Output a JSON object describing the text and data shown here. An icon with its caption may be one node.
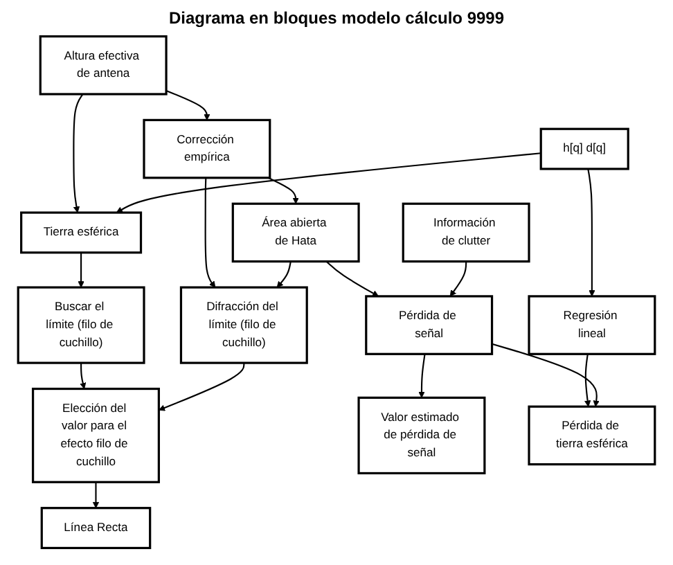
{
  "diagram": {
    "title": "Diagrama en bloques modelo cálculo 9999",
    "nodes": [
      {
        "text": [
          "Altura efectiva de antena"
        ]
      },
      {
        "text": [
          "h[q] d[q]"
        ]
      },
      {
        "text": [
          "Tierra esférica"
        ]
      },
      {
        "text": [
          "Buscar el límite (filo de cuchillo)"
        ]
      },
      {
        "text": [
          "Corrección empírica"
        ]
      },
      {
        "text": [
          "Línea Recta"
        ]
      },
      {
        "text": [
          "Elección del valor para el efecto filo de cuchillo"
        ]
      },
      {
        "text": [
          "Difracción del límite (filo de cuchillo)"
        ]
      },
      {
        "text": [
          "Área abierta de Hata"
        ]
      },
      {
        "text": [
          "Regresión lineal"
        ]
      },
      {
        "text": [
          "Pérdida de tierra esférica"
        ]
      },
      {
        "text": [
          "Pérdida de señal"
        ]
      },
      {
        "text": [
          "Información de clutter"
        ]
      },
      {
        "text": [
          "Valor estimado de pérdida de señal"
        ]
      }
    ],
    "edges": [
      {
        "from": 0,
        "to": 2,
        "arrow": "to"
      },
      {
        "from": 0,
        "to": 4,
        "arrow": "to"
      },
      {
        "from": 1,
        "to": 2,
        "arrow": "to"
      },
      {
        "from": 2,
        "to": 3,
        "arrow": "to"
      },
      {
        "from": 3,
        "to": 6,
        "arrow": "to"
      },
      {
        "from": 6,
        "to": 5,
        "arrow": "to"
      },
      {
        "from": 7,
        "to": 6,
        "arrow": "to"
      },
      {
        "from": 4,
        "to": 7,
        "arrow": "to"
      },
      {
        "from": 4,
        "to": 8,
        "arrow": "to"
      },
      {
        "from": 8,
        "to": 7,
        "arrow": "to"
      },
      {
        "from": 1,
        "to": 9,
        "arrow": "to"
      },
      {
        "from": 9,
        "to": 10,
        "arrow": "to"
      },
      {
        "from": 8,
        "to": 11,
        "arrow": "to"
      },
      {
        "from": 11,
        "to": 10,
        "arrow": "to"
      },
      {
        "from": 12,
        "to": 11,
        "arrow": "to"
      },
      {
        "from": 11,
        "to": 13,
        "arrow": "to"
      }
    ]
  }
}
